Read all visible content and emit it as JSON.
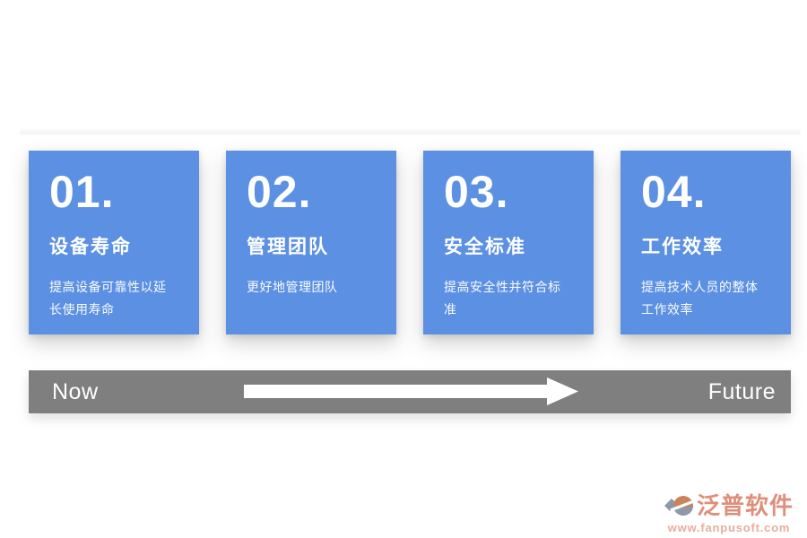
{
  "cards": [
    {
      "number": "01.",
      "title": "设备寿命",
      "description": "提高设备可靠性以延长使用寿命"
    },
    {
      "number": "02.",
      "title": "管理团队",
      "description": "更好地管理团队"
    },
    {
      "number": "03.",
      "title": "安全标准",
      "description": "提高安全性并符合标准"
    },
    {
      "number": "04.",
      "title": "工作效率",
      "description": "提高技术人员的整体工作效率"
    }
  ],
  "timeline": {
    "start_label": "Now",
    "end_label": "Future"
  },
  "watermark": {
    "brand": "泛普软件",
    "website": "www.fanpusoft.com"
  },
  "colors": {
    "page_bg": "#FFFFFF",
    "card_blue": "#5C90E2",
    "bar_gray": "#7F7F7F",
    "text_white": "#FFFFFF",
    "brand_salmon": "#DE8F7B",
    "url_salmon": "#EAAD9B",
    "logo_slate": "#8D98A8",
    "logo_orange": "#CB835C"
  }
}
